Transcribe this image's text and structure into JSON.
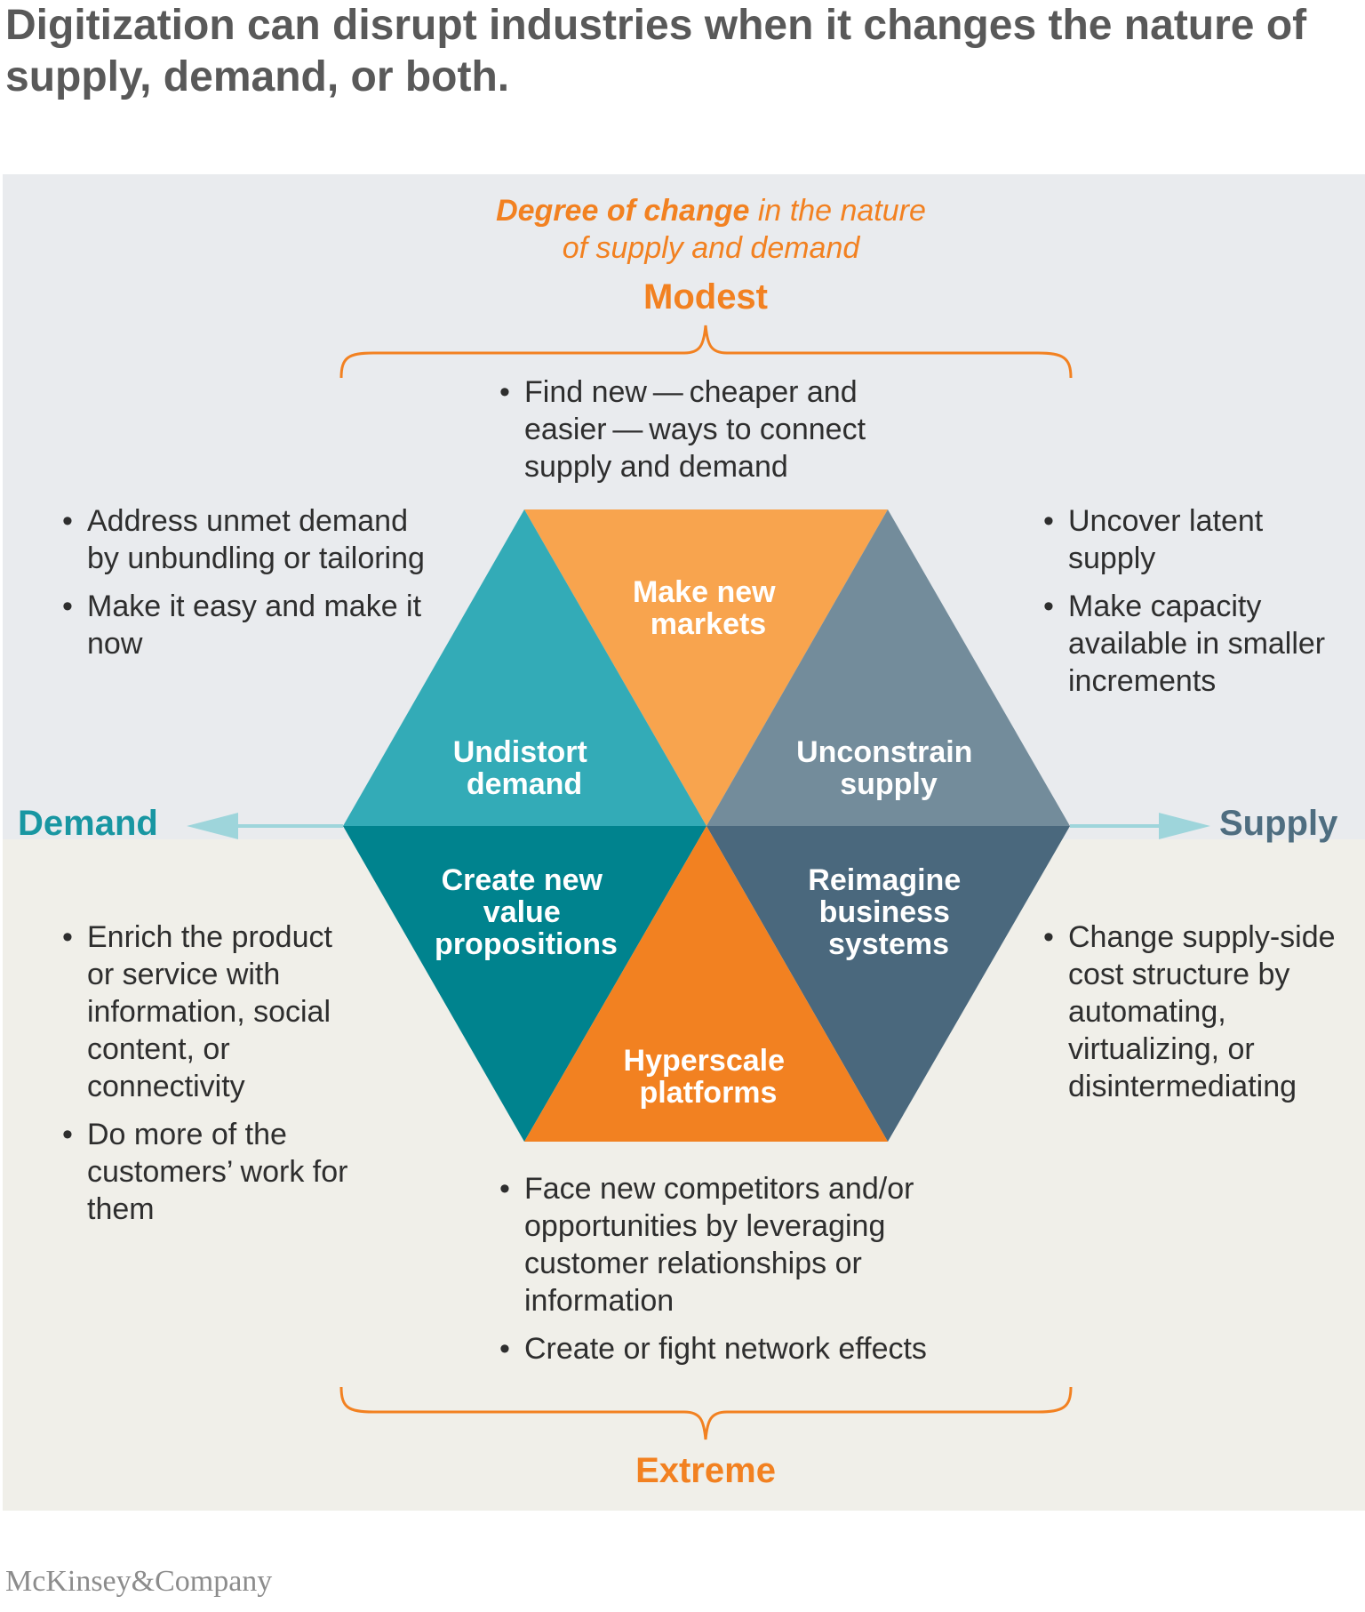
{
  "title": "Digitization can disrupt industries when it changes the nature of supply, demand, or both.",
  "subtitle": {
    "emphasis": "Degree of change",
    "rest_line1": " in the nature",
    "line2": "of supply and demand"
  },
  "scale": {
    "top": "Modest",
    "bottom": "Extreme"
  },
  "axis": {
    "left": "Demand",
    "right": "Supply"
  },
  "segments": {
    "top": [
      "Make new",
      "markets"
    ],
    "upper_left": [
      "Undistort",
      "demand"
    ],
    "upper_right": [
      "Unconstrain",
      "supply"
    ],
    "lower_left": [
      "Create new",
      "value",
      "propositions"
    ],
    "lower_right": [
      "Reimagine",
      "business",
      "systems"
    ],
    "bottom": [
      "Hyperscale",
      "platforms"
    ]
  },
  "colors": {
    "orange_light": "#F8A44E",
    "orange_dark": "#F28121",
    "teal_light": "#33ABB7",
    "teal_dark": "#00838E",
    "slate_light": "#738C9B",
    "slate_dark": "#4A687D",
    "axis_left_text": "#1896A2",
    "axis_right_text": "#4E6D80",
    "axis_arrow": "#9ED5DB"
  },
  "bullets": {
    "top": [
      "Find new — cheaper and easier — ways to connect supply and demand"
    ],
    "upper_left": [
      "Address unmet demand by unbundling or tailoring",
      "Make it easy and make it now"
    ],
    "upper_right": [
      "Uncover latent supply",
      "Make capacity available in smaller increments"
    ],
    "lower_left": [
      "Enrich the product or service with information, social content, or connectivity",
      "Do more of the customers’ work for them"
    ],
    "lower_right": [
      "Change supply-side cost structure by automating, virtualizing, or disintermediating"
    ],
    "bottom": [
      "Face new competitors and/or opportunities by leveraging customer relationships or information",
      "Create or fight network effects"
    ]
  },
  "logo": "McKinsey&Company"
}
